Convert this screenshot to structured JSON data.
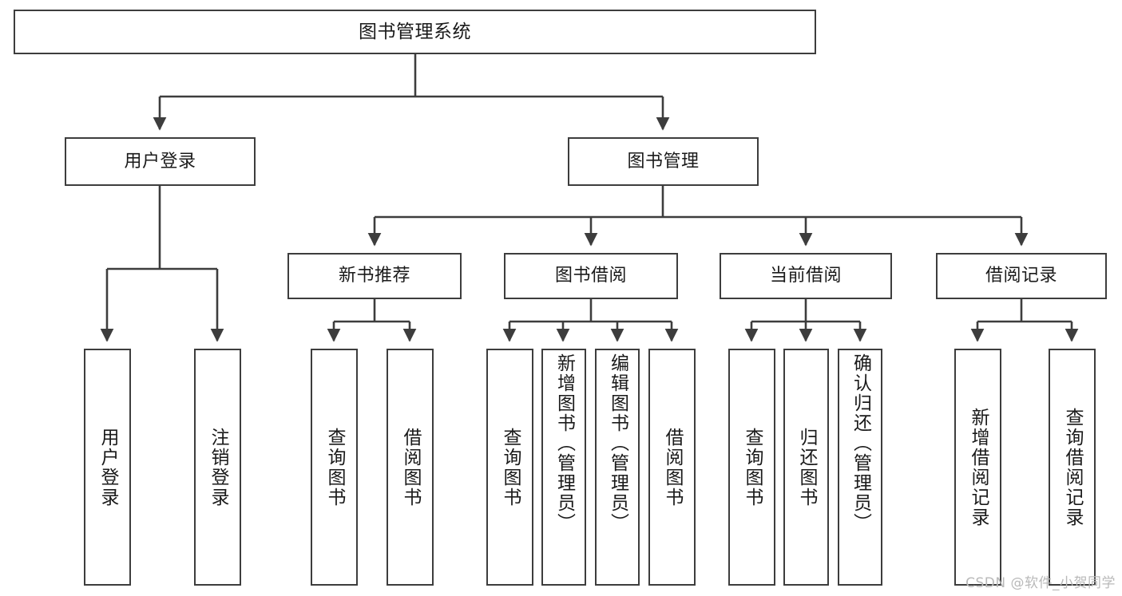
{
  "diagram": {
    "type": "tree",
    "title_node": "图书管理系统",
    "orientation": "top-down",
    "colors": {
      "border": "#3d3d3d",
      "fill": "#ffffff",
      "text": "#1a1a1a",
      "watermark": "#b9b9b9"
    },
    "levels": {
      "root": {
        "label": "图书管理系统"
      },
      "level2": [
        {
          "label": "用户登录"
        },
        {
          "label": "图书管理"
        }
      ],
      "level3": [
        {
          "label": "新书推荐"
        },
        {
          "label": "图书借阅"
        },
        {
          "label": "当前借阅"
        },
        {
          "label": "借阅记录"
        }
      ],
      "leaves": {
        "user_login": [
          {
            "label": "用户登录"
          },
          {
            "label": "注销登录"
          }
        ],
        "new_book_recommend": [
          {
            "label": "查询图书"
          },
          {
            "label": "借阅图书"
          }
        ],
        "book_borrow": [
          {
            "label": "查询图书"
          },
          {
            "label": "新增图书（管理员）"
          },
          {
            "label": "编辑图书（管理员）"
          },
          {
            "label": "借阅图书"
          }
        ],
        "current_borrow": [
          {
            "label": "查询图书"
          },
          {
            "label": "归还图书"
          },
          {
            "label": "确认归还（管理员）"
          }
        ],
        "borrow_record": [
          {
            "label": "新增借阅记录"
          },
          {
            "label": "查询借阅记录"
          }
        ]
      }
    },
    "watermark": "CSDN @软件_小贺同学"
  }
}
